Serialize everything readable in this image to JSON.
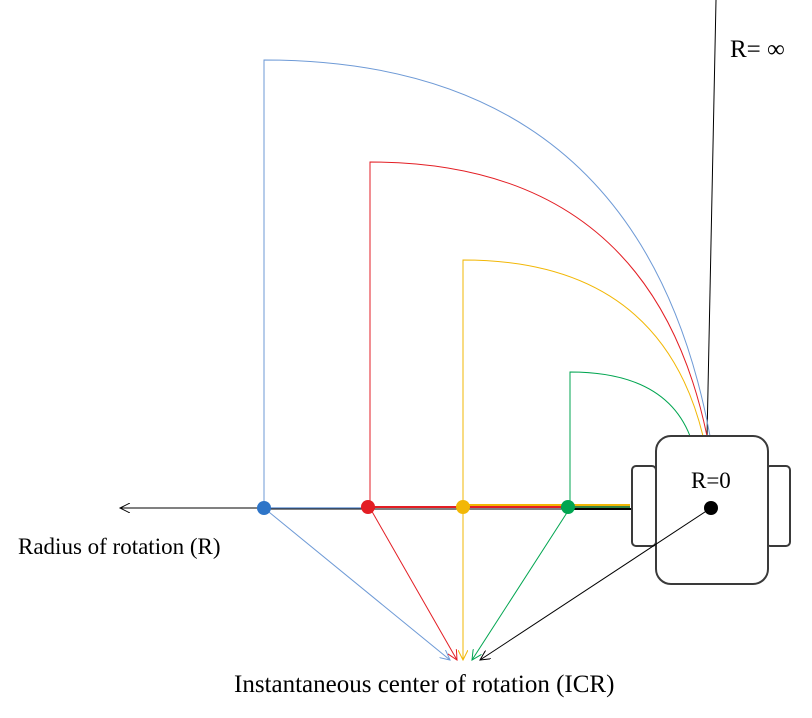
{
  "labels": {
    "r_infinity": "R= ∞",
    "r_zero": "R=0",
    "radius_axis": "Radius of rotation (R)",
    "icr": "Instantaneous center of rotation (ICR)"
  },
  "colors": {
    "blue": "#2e75c8",
    "red": "#e31e24",
    "yellow": "#f2b705",
    "green": "#00a550",
    "blue_line": "#6e9ad6",
    "black": "#000000",
    "robot_fill": "#ffffff",
    "robot_stroke": "#3a3a3a"
  },
  "icons": [
    "robot-body-icon",
    "wheel-icon",
    "arrowhead-icon",
    "dot-icon"
  ]
}
